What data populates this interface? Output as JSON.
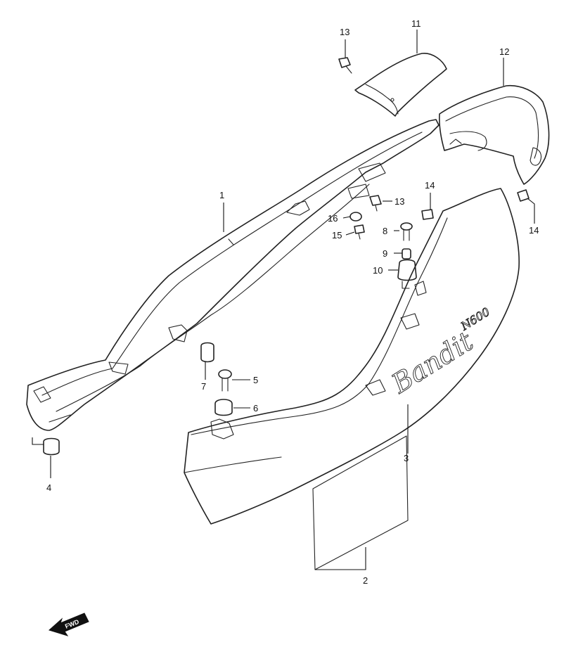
{
  "callouts": [
    {
      "id": "c1",
      "label": "1"
    },
    {
      "id": "c2",
      "label": "2"
    },
    {
      "id": "c3",
      "label": "3"
    },
    {
      "id": "c4",
      "label": "4"
    },
    {
      "id": "c5",
      "label": "5"
    },
    {
      "id": "c6",
      "label": "6"
    },
    {
      "id": "c7",
      "label": "7"
    },
    {
      "id": "c8",
      "label": "8"
    },
    {
      "id": "c9",
      "label": "9"
    },
    {
      "id": "c10",
      "label": "10"
    },
    {
      "id": "c11",
      "label": "11"
    },
    {
      "id": "c12",
      "label": "12"
    },
    {
      "id": "c13a",
      "label": "13"
    },
    {
      "id": "c13b",
      "label": "13"
    },
    {
      "id": "c14a",
      "label": "14"
    },
    {
      "id": "c14b",
      "label": "14"
    },
    {
      "id": "c15",
      "label": "15"
    },
    {
      "id": "c16",
      "label": "16"
    }
  ],
  "logo": {
    "script": "Bandit",
    "model": "N600"
  },
  "fwd": {
    "label": "FWD",
    "icon": "fwd-arrow-icon"
  }
}
